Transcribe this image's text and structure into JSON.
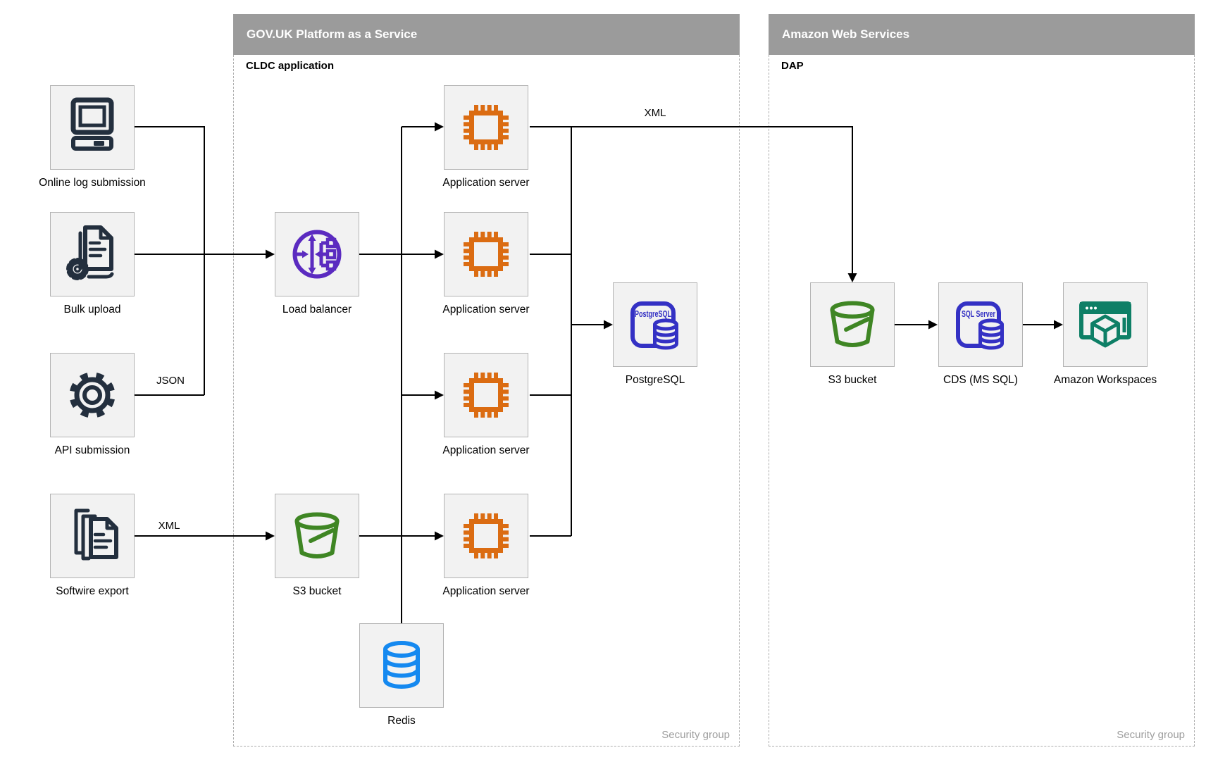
{
  "groups": [
    {
      "title": "GOV.UK Platform as a Service",
      "sublabel": "CLDC application",
      "footer": "Security group"
    },
    {
      "title": "Amazon Web Services",
      "sublabel": "DAP",
      "footer": "Security group"
    }
  ],
  "nodes": [
    {
      "id": "online-log-submission",
      "label": "Online log submission"
    },
    {
      "id": "bulk-upload",
      "label": "Bulk upload"
    },
    {
      "id": "api-submission",
      "label": "API submission"
    },
    {
      "id": "softwire-export",
      "label": "Softwire export"
    },
    {
      "id": "load-balancer",
      "label": "Load balancer"
    },
    {
      "id": "s3-bucket-paas",
      "label": "S3 bucket"
    },
    {
      "id": "application-server-1",
      "label": "Application server"
    },
    {
      "id": "application-server-2",
      "label": "Application server"
    },
    {
      "id": "application-server-3",
      "label": "Application server"
    },
    {
      "id": "application-server-4",
      "label": "Application server"
    },
    {
      "id": "postgresql",
      "label": "PostgreSQL",
      "badge": "PostgreSQL"
    },
    {
      "id": "redis",
      "label": "Redis"
    },
    {
      "id": "s3-bucket-aws",
      "label": "S3 bucket"
    },
    {
      "id": "cds-ms-sql",
      "label": "CDS (MS SQL)",
      "badge": "SQL Server"
    },
    {
      "id": "amazon-workspaces",
      "label": "Amazon Workspaces"
    }
  ],
  "edge_labels": {
    "top": "XML",
    "api": "JSON",
    "softwire": "XML"
  },
  "colors": {
    "header_bg": "#9B9B9B",
    "header_text": "#FFFFFF",
    "node_bg": "#F2F2F2",
    "node_border": "#B3B3B3",
    "dashed_border": "#ADADAD",
    "edge": "#000000",
    "muted_text": "#9E9E9E",
    "navy": "#232F3E",
    "purple": "#5B2BC0",
    "orange": "#DB6C12",
    "indigo": "#3431C4",
    "green": "#3F8624",
    "teal": "#0E7F66",
    "blue": "#1589F0"
  }
}
